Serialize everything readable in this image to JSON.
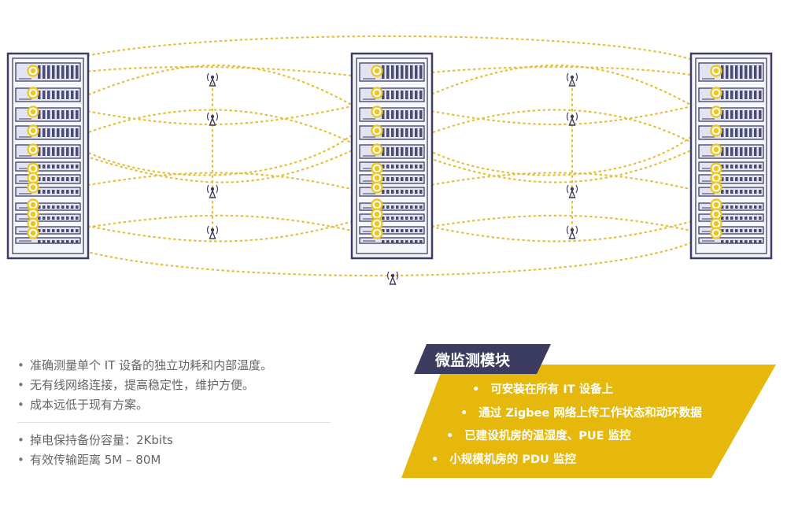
{
  "features": {
    "group1": [
      "准确测量单个 IT 设备的独立功耗和内部温度。",
      "无有线网络连接，提高稳定性，维护方便。",
      "成本远低于现有方案。"
    ],
    "group2": [
      "掉电保持备份容量：2Kbits",
      "有效传输距离 5M – 80M"
    ]
  },
  "module": {
    "title": "微监测模块",
    "items": [
      "可安装在所有 IT 设备上",
      "通过 Zigbee 网络上传工作状态和动环数据",
      "已建设机房的温湿度、PUE 监控",
      "小规模机房的 PDU 监控"
    ]
  },
  "colors": {
    "accent": "#E5B80B",
    "dot_ring": "#F0C419",
    "rack_outline": "#3D3E63",
    "rack_fill": "#E2E4F2",
    "title_bg": "#3B3C60",
    "dotted_line": "#E8BE3A"
  },
  "icons": [
    "server-rack-icon",
    "antenna-icon",
    "sensor-node-icon"
  ]
}
